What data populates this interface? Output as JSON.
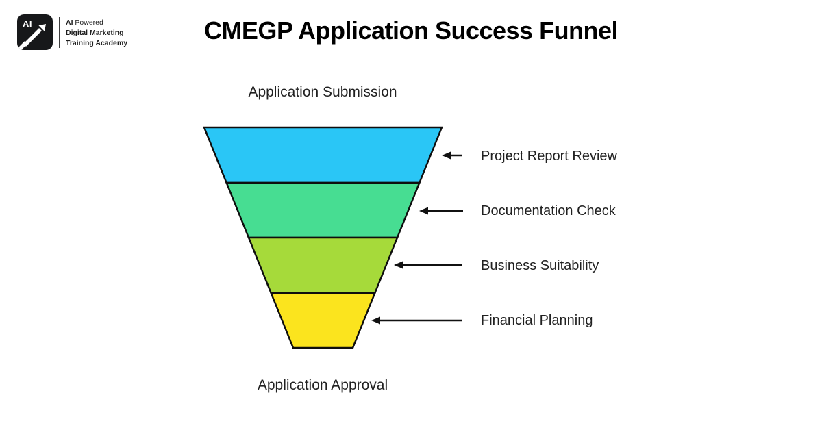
{
  "brand": {
    "logo_monogram": "AI",
    "tagline_line1_bold": "AI",
    "tagline_line1_rest": " Powered",
    "tagline_line2": "Digital Marketing",
    "tagline_line3": "Training Academy"
  },
  "title": "CMEGP Application Success Funnel",
  "funnel": {
    "entry_label": "Application Submission",
    "exit_label": "Application Approval",
    "outline_color": "#0e0e0e",
    "stages": [
      {
        "label": "Project Report Review",
        "color": "#2AC6F6"
      },
      {
        "label": "Documentation Check",
        "color": "#47DD92"
      },
      {
        "label": "Business Suitability",
        "color": "#A6DA3A"
      },
      {
        "label": "Financial Planning",
        "color": "#FBE41E"
      }
    ]
  }
}
